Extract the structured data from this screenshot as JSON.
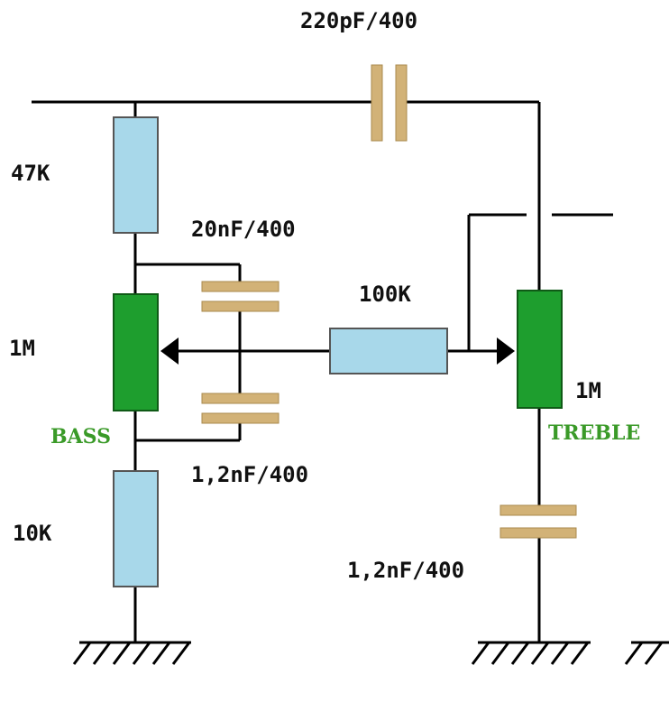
{
  "colors": {
    "wire": "#000000",
    "resistor_fill": "#a8d8ea",
    "resistor_outline": "#555555",
    "potentiometer_fill": "#1e9e2e",
    "capacitor_plate": "#d2b277",
    "pot_label": "#3a9a28"
  },
  "components": {
    "cap_top": {
      "label": "220pF/400"
    },
    "r_47k": {
      "label": "47K"
    },
    "cap_20n": {
      "label": "20nF/400"
    },
    "r_100k": {
      "label": "100K"
    },
    "pot_bass": {
      "label": "1M",
      "name": "BASS"
    },
    "pot_treble": {
      "label": "1M",
      "name": "TREBLE"
    },
    "cap_12n_left": {
      "label": "1,2nF/400"
    },
    "r_10k": {
      "label": "10K"
    },
    "cap_12n_right": {
      "label": "1,2nF/400"
    }
  }
}
